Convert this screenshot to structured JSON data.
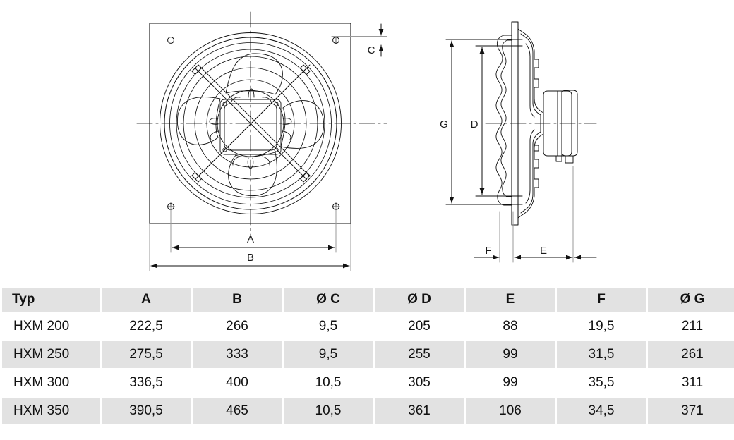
{
  "drawing": {
    "title": "HXM axial fan dimensional drawing",
    "front_view": {
      "name": "front-view",
      "dimension_labels": [
        {
          "id": "A",
          "label": "A"
        },
        {
          "id": "B",
          "label": "B"
        },
        {
          "id": "C",
          "label": "C"
        }
      ]
    },
    "side_view": {
      "name": "side-view",
      "dimension_labels": [
        {
          "id": "G",
          "label": "G"
        },
        {
          "id": "D",
          "label": "D"
        },
        {
          "id": "E",
          "label": "E"
        },
        {
          "id": "F",
          "label": "F"
        }
      ]
    },
    "label_A": "A",
    "label_B": "B",
    "label_C": "C",
    "label_D": "D",
    "label_E": "E",
    "label_F": "F",
    "label_G": "G",
    "colors": {
      "line": "#1a1a1a",
      "thin_line": "#000000",
      "extension_line": "#8c8c8c"
    }
  },
  "table": {
    "headers": [
      "Typ",
      "A",
      "B",
      "Ø C",
      "Ø D",
      "E",
      "F",
      "Ø G"
    ],
    "rows": [
      {
        "shaded": false,
        "cells": [
          "HXM 200",
          "222,5",
          "266",
          "9,5",
          "205",
          "88",
          "19,5",
          "211"
        ]
      },
      {
        "shaded": true,
        "cells": [
          "HXM 250",
          "275,5",
          "333",
          "9,5",
          "255",
          "99",
          "31,5",
          "261"
        ]
      },
      {
        "shaded": false,
        "cells": [
          "HXM 300",
          "336,5",
          "400",
          "10,5",
          "305",
          "99",
          "35,5",
          "311"
        ]
      },
      {
        "shaded": true,
        "cells": [
          "HXM 350",
          "390,5",
          "465",
          "10,5",
          "361",
          "106",
          "34,5",
          "371"
        ]
      }
    ],
    "header_background": "#e2e2e2",
    "row_shade_background": "#e2e2e2"
  }
}
